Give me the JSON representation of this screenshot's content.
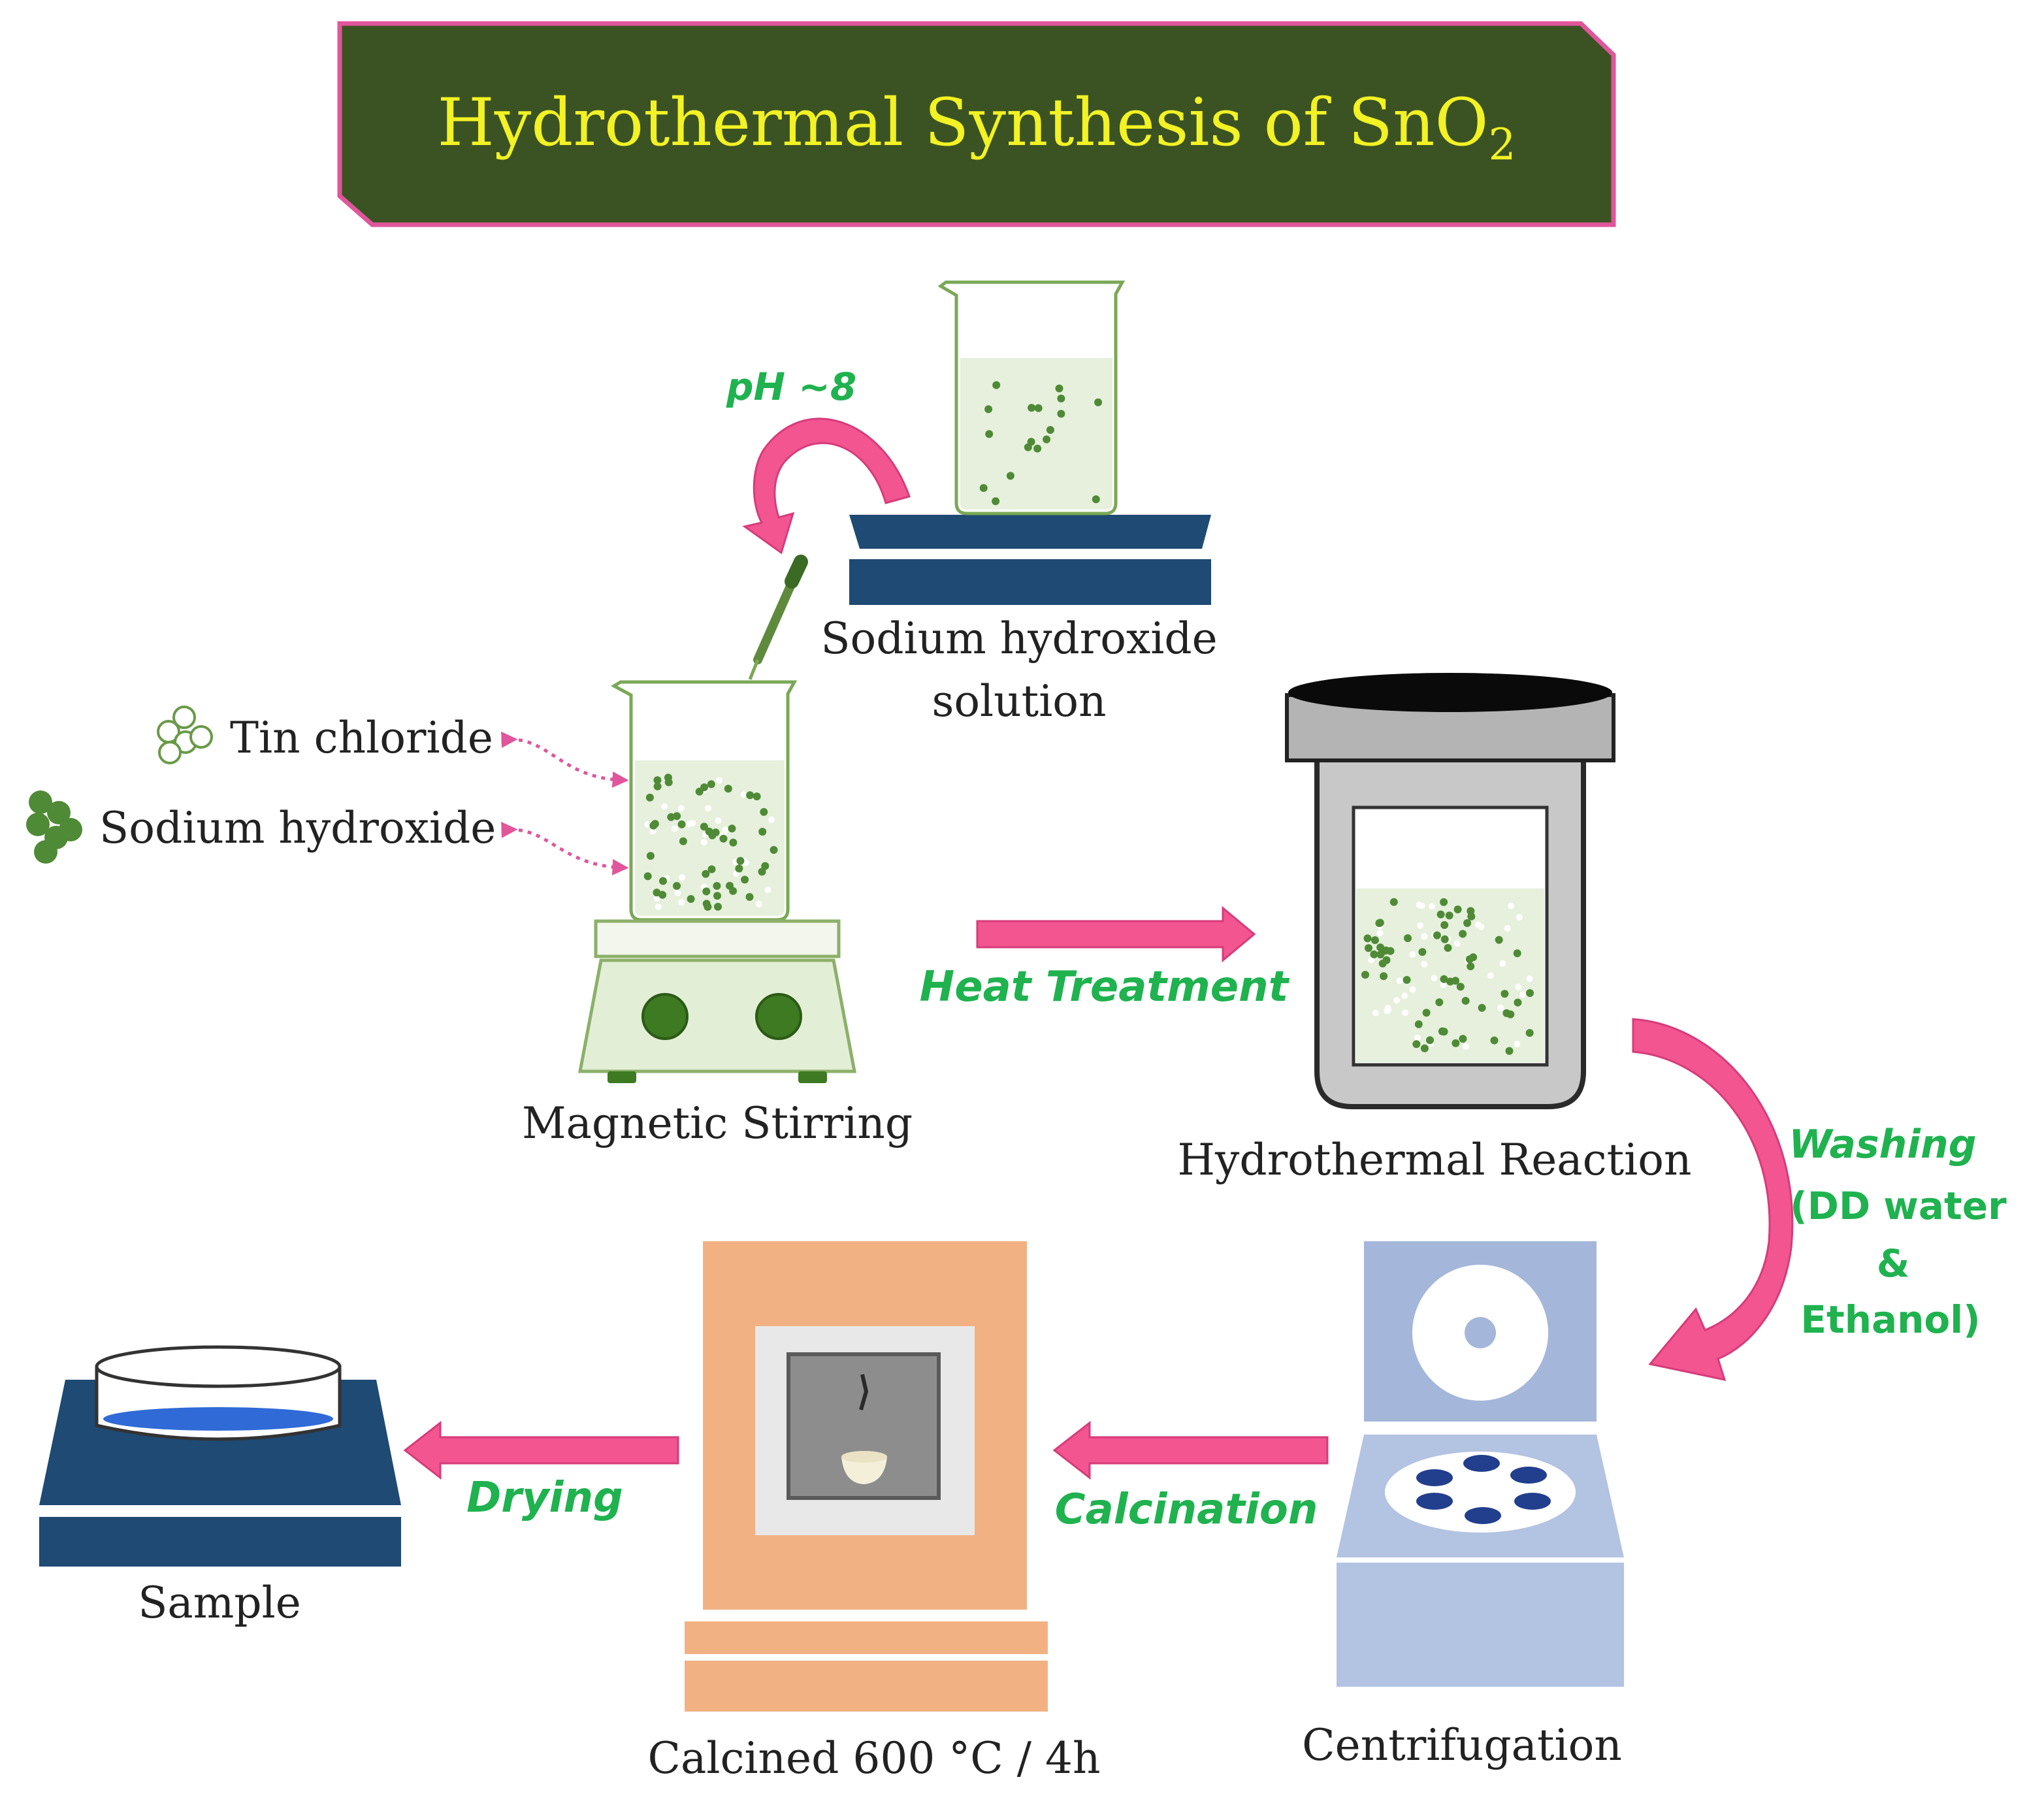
{
  "title": {
    "main": "Hydrothermal Synthesis  of SnO",
    "subscript": "2"
  },
  "labels": {
    "ph": "pH  ~8",
    "naoh_solution_line1": "Sodium hydroxide",
    "naoh_solution_line2": "solution",
    "tin_chloride": "Tin chloride",
    "sodium_hydroxide": "Sodium hydroxide",
    "magnetic_stirring": "Magnetic Stirring",
    "heat_treatment": "Heat Treatment",
    "hydrothermal_reaction": "Hydrothermal Reaction",
    "washing_line1": "Washing",
    "washing_line2": "(DD water",
    "washing_line3": "&",
    "washing_line4": "Ethanol)",
    "centrifugation": "Centrifugation",
    "calcination": "Calcination",
    "calcined": "Calcined 600 °C / 4h",
    "drying": "Drying",
    "sample": "Sample"
  },
  "colors": {
    "title_bg": "#3b5323",
    "title_border": "#e0559b",
    "title_text": "#f2f224",
    "step_label_green": "#1fb24f",
    "arrow_pink": "#f2558f",
    "stand_blue": "#1e4a74",
    "beaker_liquid": "#e6f0dc",
    "beaker_outline": "#7aa856",
    "particle_green": "#4f8a36",
    "furnace_orange": "#f2b183",
    "centrifuge_blue": "#a4b7da",
    "centrifuge_slot": "#223f8e"
  }
}
